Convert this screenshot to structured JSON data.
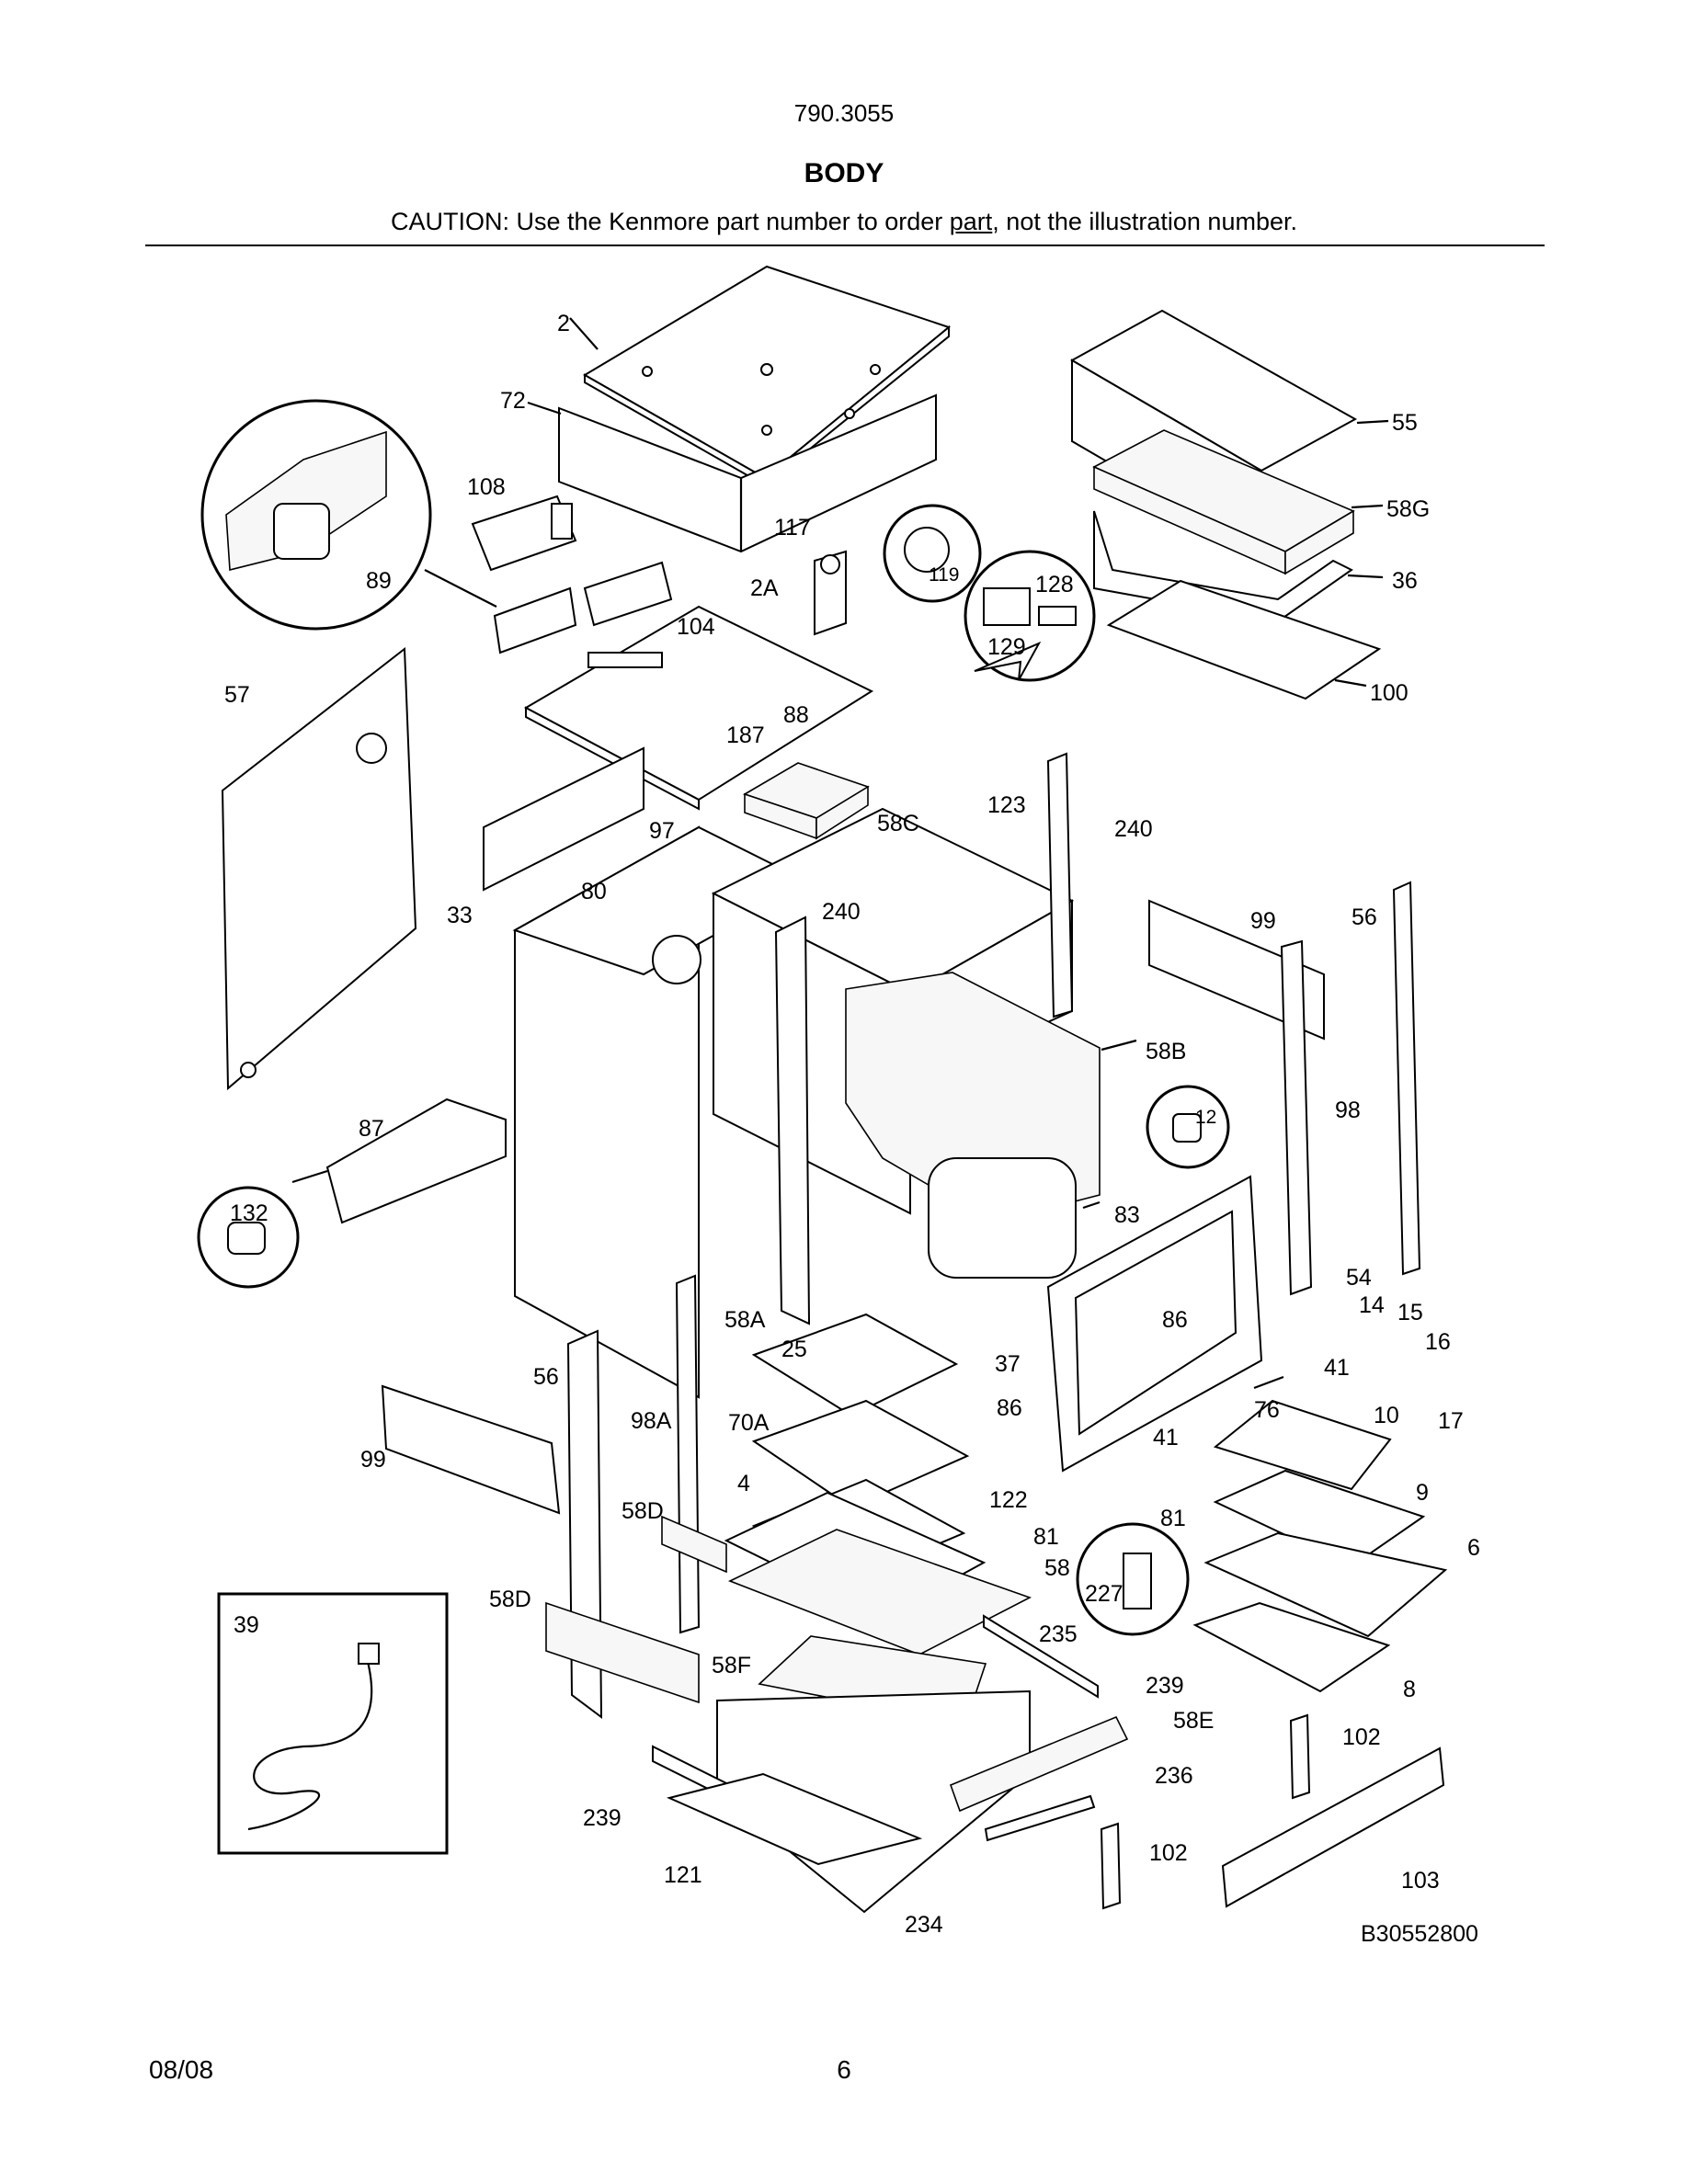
{
  "header": {
    "model_number": "790.3055",
    "section_title": "BODY",
    "caution_prefix": "CAUTION: Use the Kenmore part number to order ",
    "caution_underlined": "part",
    "caution_suffix": ", not the illustration number."
  },
  "diagram": {
    "code": "B30552800",
    "callouts": [
      "2",
      "72",
      "108",
      "89",
      "117",
      "2A",
      "104",
      "119",
      "128",
      "129",
      "55",
      "58G",
      "36",
      "100",
      "57",
      "187",
      "88",
      "58C",
      "123",
      "240",
      "97",
      "80",
      "33",
      "99",
      "56",
      "240",
      "58B",
      "98",
      "12",
      "87",
      "83",
      "132",
      "58A",
      "54",
      "14",
      "15",
      "16",
      "86",
      "25",
      "37",
      "41",
      "17",
      "56",
      "98A",
      "70A",
      "86",
      "76",
      "10",
      "41",
      "99",
      "4",
      "122",
      "81",
      "9",
      "58D",
      "81",
      "58",
      "6",
      "227",
      "235",
      "58D",
      "39",
      "58F",
      "239",
      "8",
      "58E",
      "102",
      "236",
      "239",
      "102",
      "121",
      "103",
      "234"
    ]
  },
  "footer": {
    "date": "08/08",
    "page": "6"
  }
}
